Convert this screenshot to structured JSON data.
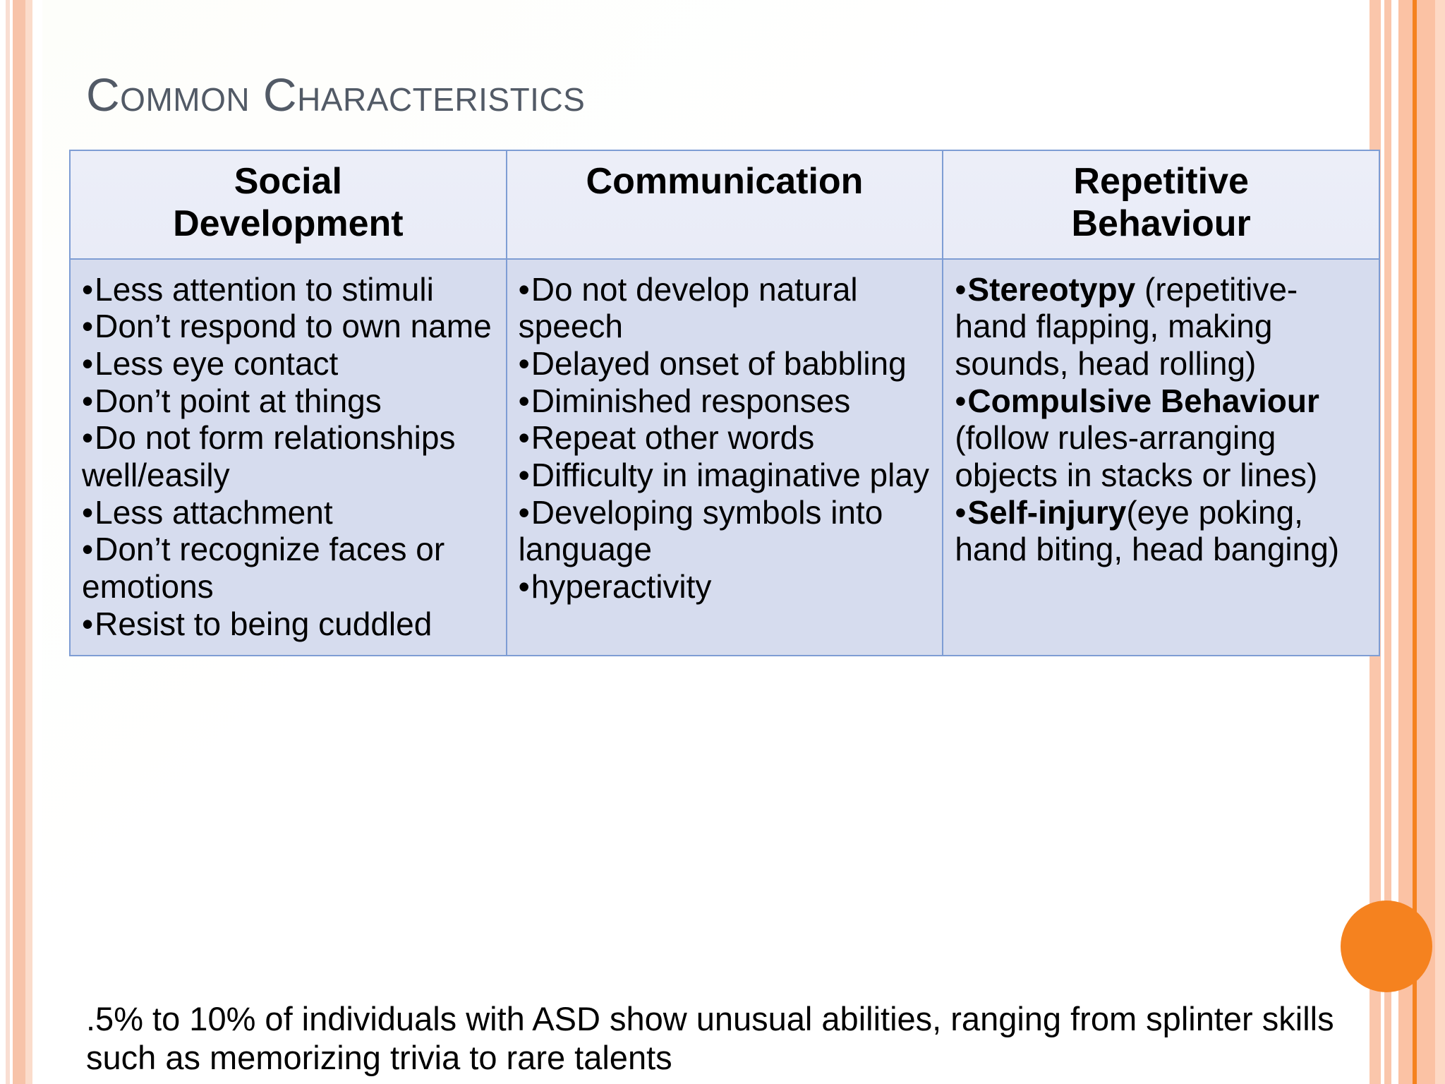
{
  "slide": {
    "title": "Common Characteristics",
    "footer_note": ".5% to 10% of individuals with ASD show unusual abilities, ranging from splinter skills such as memorizing trivia to rare talents"
  },
  "table": {
    "headers": [
      {
        "line1": "Social",
        "line2": "Development"
      },
      {
        "line1": "Communication",
        "line2": ""
      },
      {
        "line1": "Repetitive",
        "line2": "Behaviour"
      }
    ],
    "columns": [
      {
        "name": "social-development",
        "items": [
          {
            "text": "Less attention to stimuli"
          },
          {
            "text": "Don’t respond to own name"
          },
          {
            "text": "Less eye contact"
          },
          {
            "text": "Don’t point at things"
          },
          {
            "text": "Do not form relationships well/easily"
          },
          {
            "text": "Less attachment"
          },
          {
            "text": "Don’t recognize faces or emotions"
          },
          {
            "text": "Resist to being cuddled"
          }
        ]
      },
      {
        "name": "communication",
        "items": [
          {
            "text": "Do not develop natural speech"
          },
          {
            "text": "Delayed onset of babbling"
          },
          {
            "text": "Diminished responses"
          },
          {
            "text": "Repeat other words"
          },
          {
            "text": "Difficulty in imaginative play"
          },
          {
            "text": "Developing symbols into language"
          },
          {
            "text": "hyperactivity"
          }
        ]
      },
      {
        "name": "repetitive-behaviour",
        "items": [
          {
            "bold": "Stereotypy",
            "text": " (repetitive- hand flapping, making sounds, head rolling)"
          },
          {
            "bold": "Compulsive Behaviour",
            "text": " (follow rules-arranging objects in stacks or lines)"
          },
          {
            "bold": "Self-injury",
            "text": "(eye poking, hand biting, head banging)"
          }
        ]
      }
    ]
  },
  "decor": {
    "circle_color": "#f5821f",
    "header_bg": "#eceef8",
    "cell_bg": "#d6dcee",
    "border_color": "#7e9dd4",
    "title_color": "#525a66",
    "left_stripes": [
      {
        "w": 8,
        "c": "#ffffff"
      },
      {
        "w": 6,
        "c": "#f9ded2"
      },
      {
        "w": 4,
        "c": "#ffffff"
      },
      {
        "w": 18,
        "c": "#f7c3a9"
      },
      {
        "w": 10,
        "c": "#fbdccb"
      },
      {
        "w": 14,
        "c": "#ffffff"
      }
    ],
    "right_stripes": [
      {
        "w": 10,
        "c": "#ffffff"
      },
      {
        "w": 16,
        "c": "#fac6ab"
      },
      {
        "w": 5,
        "c": "#ffffff"
      },
      {
        "w": 10,
        "c": "#fac6ab"
      },
      {
        "w": 10,
        "c": "#ffffff"
      },
      {
        "w": 20,
        "c": "#fbc2a4"
      },
      {
        "w": 6,
        "c": "#f5821f"
      },
      {
        "w": 26,
        "c": "#fbc2a4"
      },
      {
        "w": 14,
        "c": "#fdd9c5"
      }
    ]
  }
}
